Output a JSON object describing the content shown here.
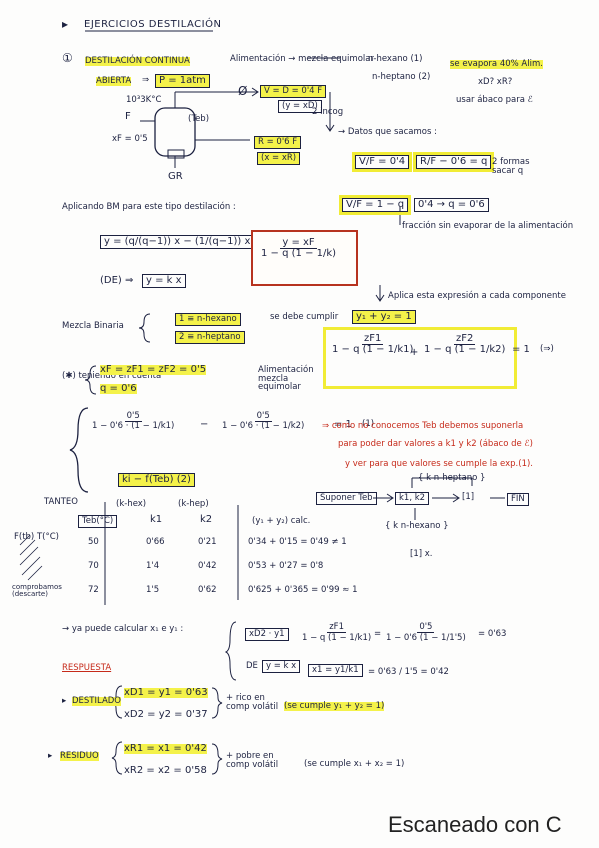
{
  "title": "EJERCICIOS DESTILACIÓN",
  "s1": {
    "num": "①",
    "method1": "DESTILACIÓN CONTINUA",
    "method2": "ABIERTA",
    "pressure": "P = 1atm",
    "temp": "10³3K°C",
    "feed_label": "F",
    "feed_comp": "xF = 0'5",
    "teb_label": "(Teb)",
    "v_stream": "V = D = 0'4 F",
    "y_xd": "(y = xD)",
    "y_xd_note": "2 incog",
    "r_stream": "R = 0'6 F",
    "x_xr": "(x = xR)",
    "gr": "GR",
    "phi": "Ø",
    "feed_desc": "Alimentación → mezcla equimolar",
    "comp1": "n-hexano (1)",
    "comp2": "n-heptano (2)",
    "evap": "se evapora 40% Alim.",
    "unknowns": "xD? xR?",
    "use_abaco": "usar ábaco para ℰ"
  },
  "data_block": {
    "arrow_text": "→ Datos que sacamos :",
    "eq1": "V/F = 0'4",
    "eq2": "R/F − 0'6 = q",
    "note": "2 formas sacar q",
    "eq3": "V/F = 1 − q",
    "eq4": "0'4 → q = 0'6",
    "fraction_note": "fracción sin evaporar de la alimentación"
  },
  "om": {
    "text": "Aplicando BM para este tipo destilación :",
    "eq_line": "y = (q/(q−1)) x − (1/(q−1)) xF",
    "de_label": "(DE) ⇒",
    "y_kx": "y = k x",
    "rhs_num": "y = xF",
    "rhs_den": "1 − q (1 − 1/k)",
    "apply_note": "Aplica esta expresión a cada componente"
  },
  "binary": {
    "label": "Mezcla Binaria",
    "c1": "1 ≡ n-hexano",
    "c2": "2 ≡ n-heptano",
    "cond": "se debe cumplir",
    "sum": "y₁ + y₂ = 1",
    "num1": "zF1",
    "den1": "1 − q (1 − 1/k1)",
    "num2": "zF2",
    "den2": "1 − q (1 − 1/k2)",
    "eq_rhs": "= 1",
    "star": "(⇒)"
  },
  "take": {
    "text": "(✱) teniendo en cuenta",
    "feed": "xF = zF1 = zF2 = 0'5",
    "feed_note": "Alimentación mezcla equimolar",
    "q": "q = 0'6"
  },
  "eq1_block": {
    "n1": "0'5",
    "d1": "1 − 0'6 · (1 − 1/k1)",
    "n2": "0'5",
    "d2": "1 − 0'6 · (1 − 1/k2)",
    "rhs": "= 1",
    "tag": "(1)",
    "k_relation": "ki − f(Teb) (2)"
  },
  "red_note": {
    "l1": "⇒ como no conocemos Teb debemos suponerla",
    "l2": "para poder dar valores a k1 y k2 (ábaco de ℰ)",
    "l3": "y ver para que valores se cumple la exp.(1)."
  },
  "table": {
    "tanteo": "TANTEO",
    "f_ttc": "F(tb) T(°C)",
    "headers": [
      "Teb(°C)",
      "k1",
      "k2",
      "(y₁ + y₂) calc."
    ],
    "subheaders": [
      "",
      "(k-hex)",
      "(k-hep)",
      ""
    ],
    "rows": [
      [
        "50",
        "0'66",
        "0'21",
        "0'34 + 0'15 = 0'49 ≠ 1"
      ],
      [
        "70",
        "1'4",
        "0'42",
        "0'53 + 0'27 = 0'8"
      ],
      [
        "72",
        "1'5",
        "0'62",
        "0'625 + 0'365 = 0'99 ≈ 1"
      ]
    ],
    "side_note": "comprobamos (descarte)"
  },
  "flow": {
    "suponer": "Suponer Teb",
    "k12": "k1, k2",
    "c1": "[1]",
    "fin": "FIN",
    "kheptano": "{ k n-heptano }",
    "khexano": "{ k n-hexano }",
    "x_mark": "[1] x."
  },
  "calc": {
    "intro": "→ ya puede calcular x₁ e y₁ :",
    "a": "xD2 · y1",
    "frac_num": "zF1",
    "frac_den": "1 − q (1 − 1/k1)",
    "frac2_num": "0'5",
    "frac2_den": "1 − 0'6 (1 − 1/1'5)",
    "result": "= 0'63",
    "de_label": "DE",
    "ykx": "y = k x",
    "x1": "x1 = y1/k1",
    "x1_val": "= 0'63 / 1'5 = 0'42"
  },
  "resp": {
    "title": "RESPUESTA",
    "dest": "DESTILADO",
    "d1": "xD1 = y1 = 0'63",
    "d2": "xD2 = y2 = 0'37",
    "d_note": "+ rico en comp volátil",
    "d_check": "(se cumple y₁ + y₂ = 1)",
    "res": "RESIDUO",
    "r1": "xR1 = x1 = 0'42",
    "r2": "xR2 = x2 = 0'58",
    "r_note": "+ pobre en comp volátil",
    "r_check": "(se cumple x₁ + x₂ = 1)"
  },
  "scan_watermark": "Escaneado con C"
}
